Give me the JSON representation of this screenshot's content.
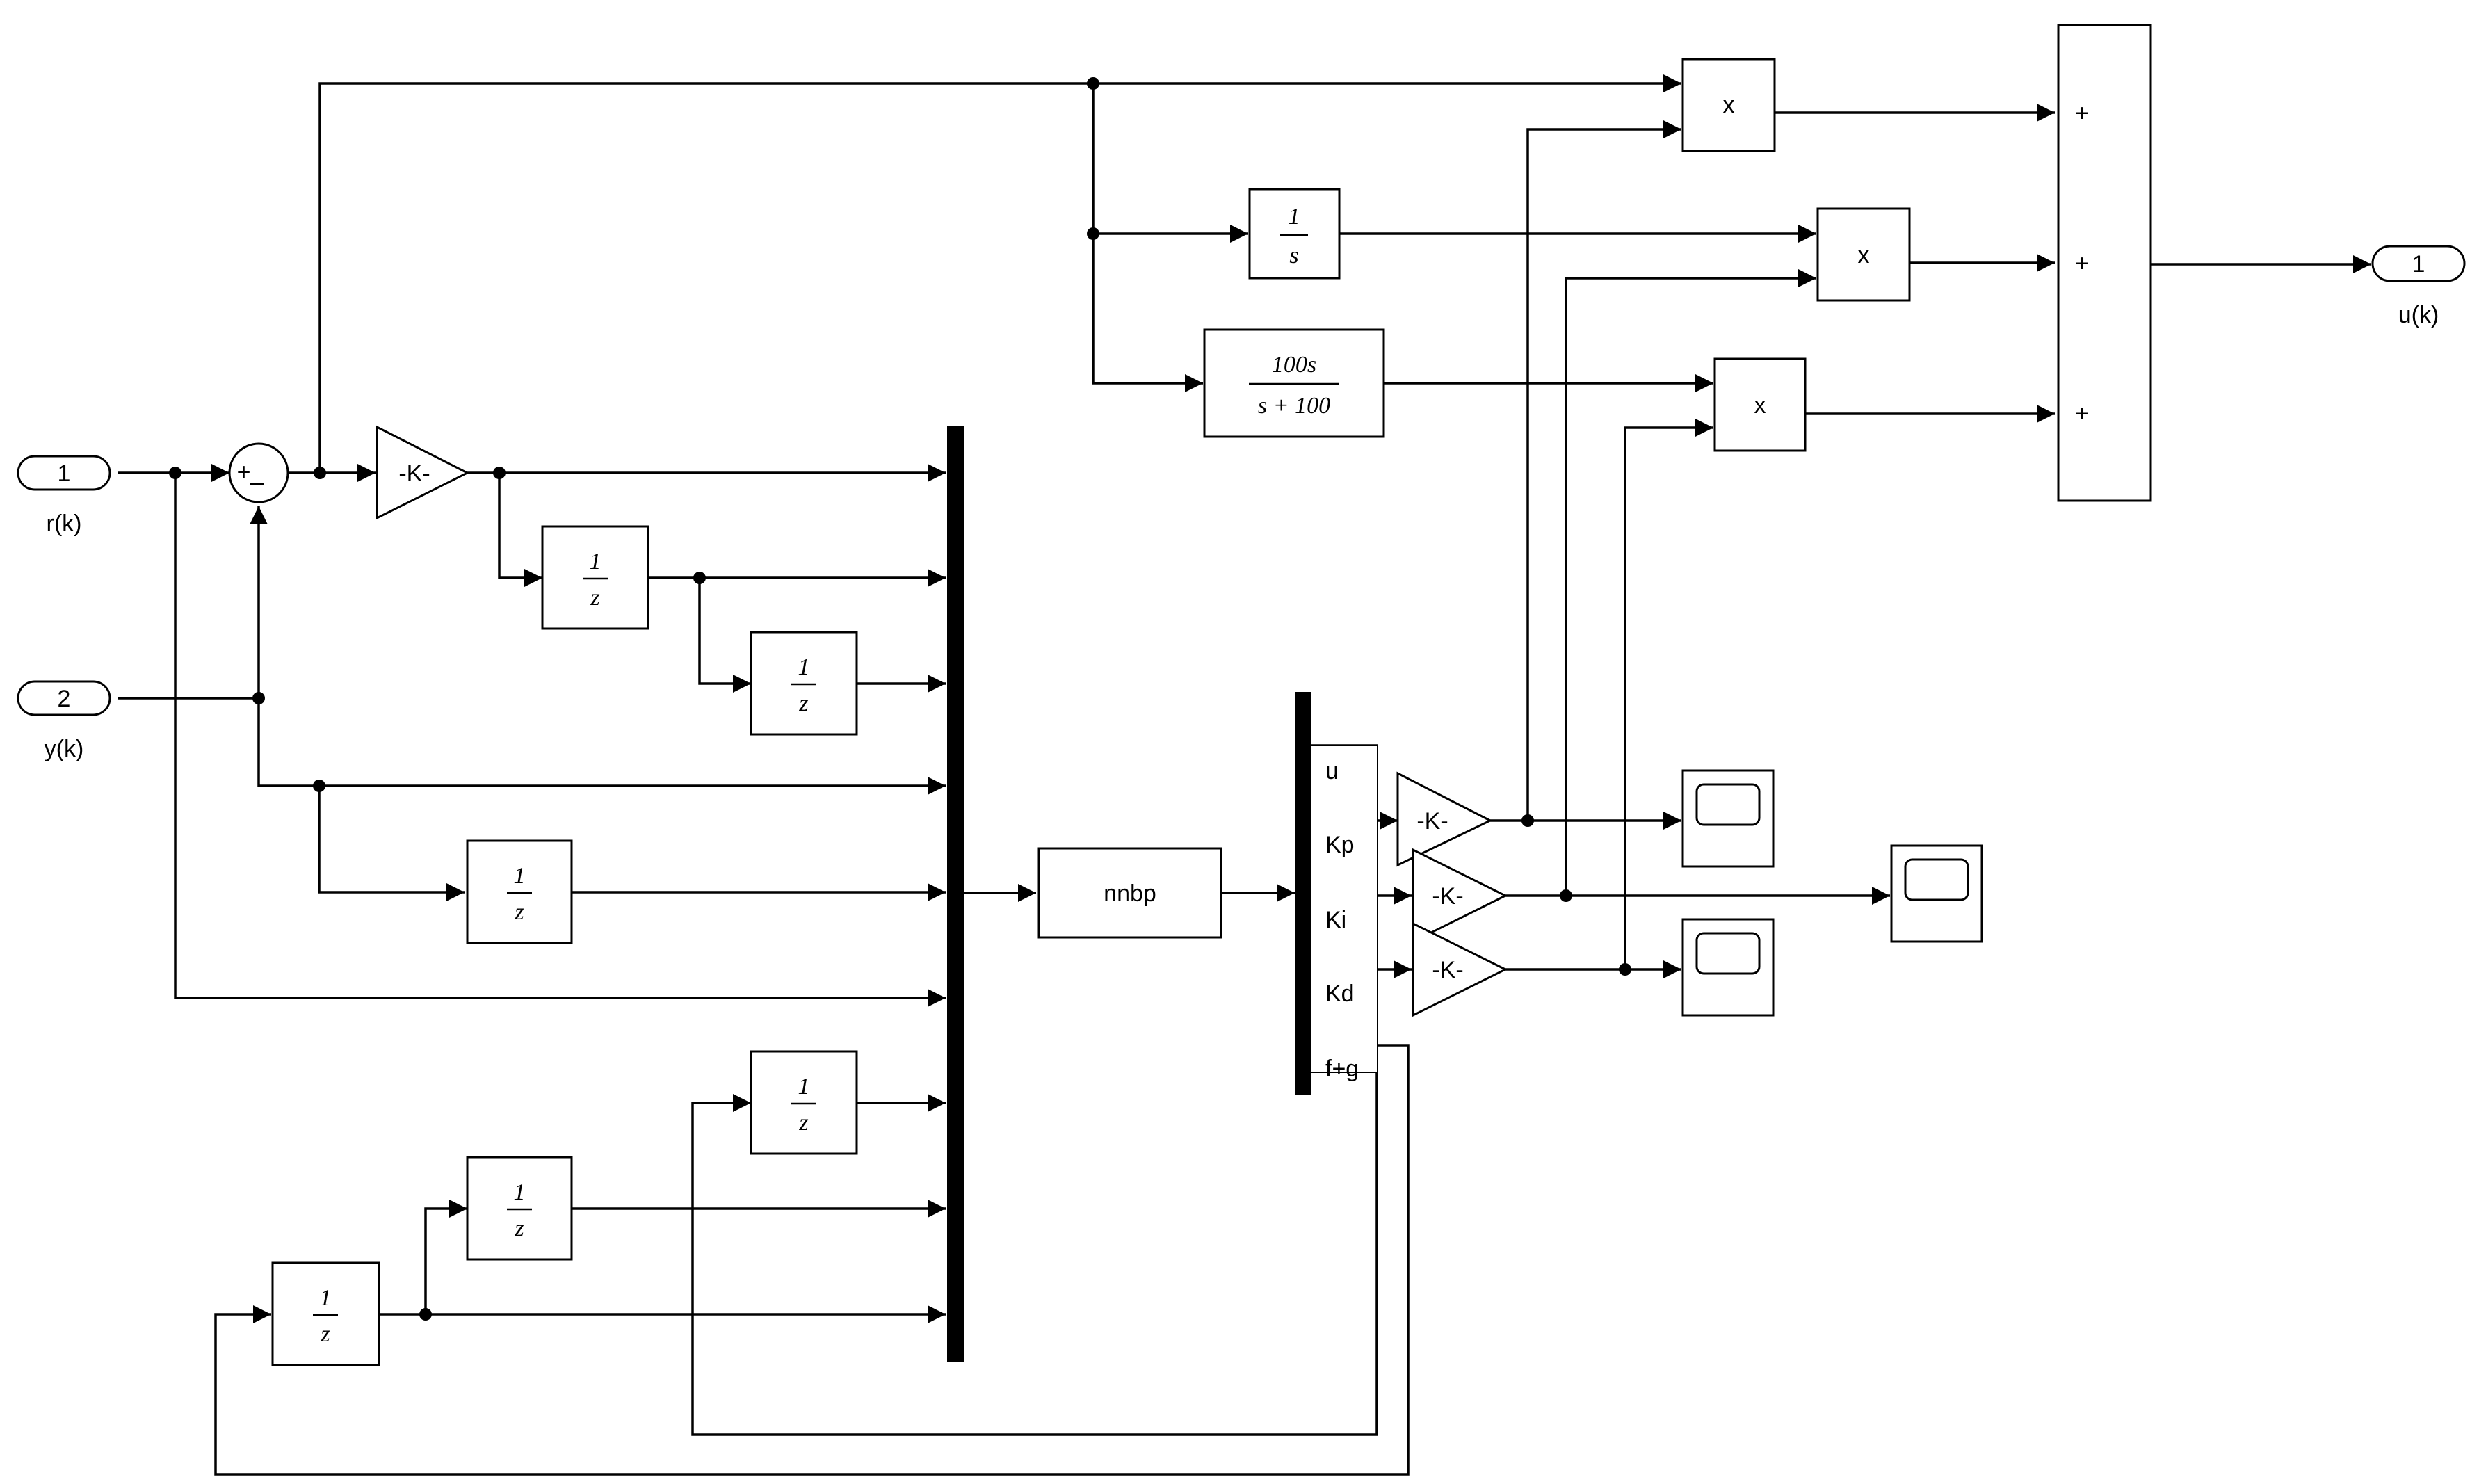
{
  "inports": [
    {
      "num": "1",
      "label": "r(k)"
    },
    {
      "num": "2",
      "label": "y(k)"
    }
  ],
  "outport": {
    "num": "1",
    "label": "u(k)"
  },
  "sum_error": {
    "signs": "+_"
  },
  "gains": {
    "main": "-K-",
    "kp": "-K-",
    "ki": "-K-",
    "kd": "-K-"
  },
  "delay": {
    "num": "1",
    "den": "z"
  },
  "integrator": {
    "num": "1",
    "den": "s"
  },
  "derivative": {
    "num": "100s",
    "den": "s + 100"
  },
  "nn_block": {
    "label": "nnbp"
  },
  "products": {
    "symbol": "x"
  },
  "sum_output": {
    "signs": [
      "+",
      "+",
      "+"
    ]
  },
  "demux_outputs": [
    "u",
    "Kp",
    "Ki",
    "Kd",
    "f+g"
  ]
}
